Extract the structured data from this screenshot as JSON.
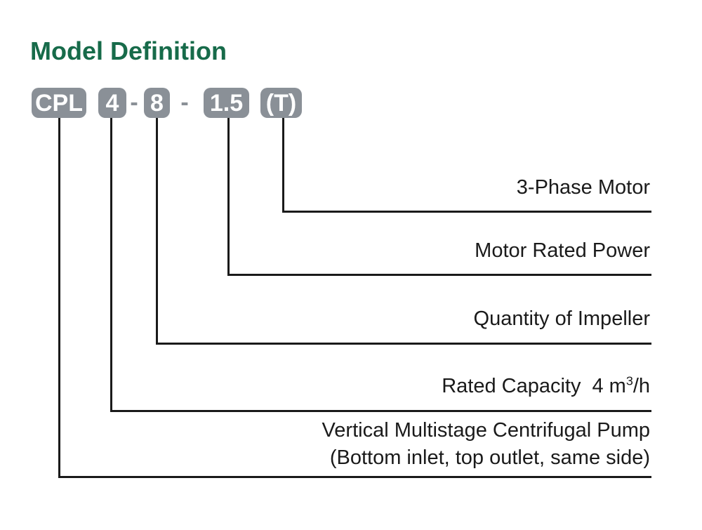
{
  "title": "Model Definition",
  "model_code": {
    "separator": "-",
    "segments": [
      {
        "id": "series",
        "text": "CPL"
      },
      {
        "id": "capacity",
        "text": "4"
      },
      {
        "id": "impeller",
        "text": "8"
      },
      {
        "id": "power",
        "text": "1.5"
      },
      {
        "id": "phase",
        "text": "(T)"
      }
    ]
  },
  "callouts": {
    "phase": {
      "label": "3-Phase Motor"
    },
    "power": {
      "label": "Motor Rated Power"
    },
    "impeller": {
      "label": "Quantity of Impeller"
    },
    "capacity": {
      "label": "Rated Capacity",
      "value_prefix": "4 m",
      "value_sup": "3",
      "value_suffix": "/h"
    },
    "series": {
      "line1": "Vertical Multistage Centrifugal Pump",
      "line2": "(Bottom inlet, top outlet, same side)"
    }
  },
  "colors": {
    "title": "#176b4a",
    "badge": "#8a9097",
    "badge_text": "#ffffff",
    "line": "#1a1a1a",
    "text": "#1a1a1a",
    "background": "#ffffff"
  }
}
